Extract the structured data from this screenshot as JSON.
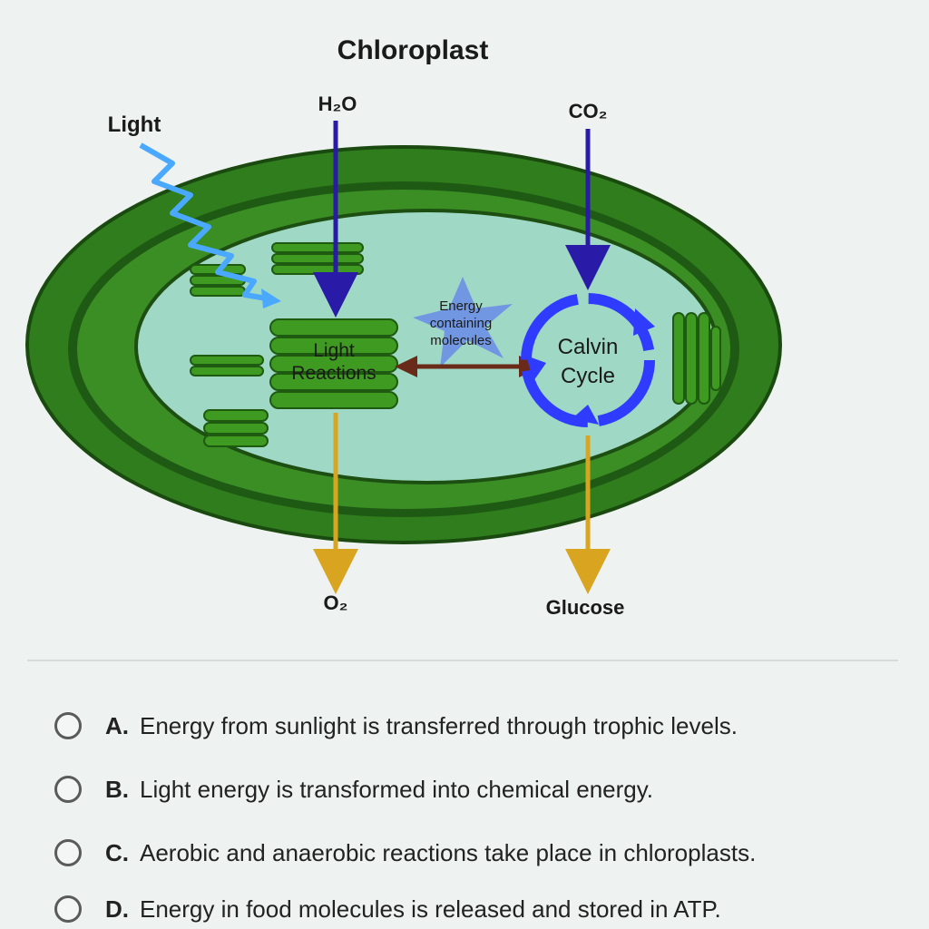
{
  "diagram": {
    "title": "Chloroplast",
    "labels": {
      "light": "Light",
      "water": "H₂O",
      "co2": "CO₂",
      "energy_molecules": [
        "Energy",
        "containing",
        "molecules"
      ],
      "light_reactions": [
        "Light",
        "Reactions"
      ],
      "calvin_cycle": [
        "Calvin",
        "Cycle"
      ],
      "oxygen": "O₂",
      "glucose": "Glucose"
    },
    "colors": {
      "outer_membrane": "#2f7d1c",
      "inner_membrane": "#1f5a14",
      "stroma": "#9fd9c6",
      "thylakoid": "#3f9a22",
      "input_arrow": "#2a1aa8",
      "output_arrow": "#d9a521",
      "light_wave": "#4aa8ff",
      "energy_star": "#6b8fe6",
      "double_arrow": "#6a2a1a",
      "calvin_cycle": "#2f3cff"
    }
  },
  "answers": [
    {
      "letter": "A.",
      "text": "Energy from sunlight is transferred through trophic levels."
    },
    {
      "letter": "B.",
      "text": "Light energy is transformed into chemical energy."
    },
    {
      "letter": "C.",
      "text": "Aerobic and anaerobic reactions take place in chloroplasts."
    },
    {
      "letter": "D.",
      "text": "Energy in food molecules is released and stored in ATP."
    }
  ]
}
